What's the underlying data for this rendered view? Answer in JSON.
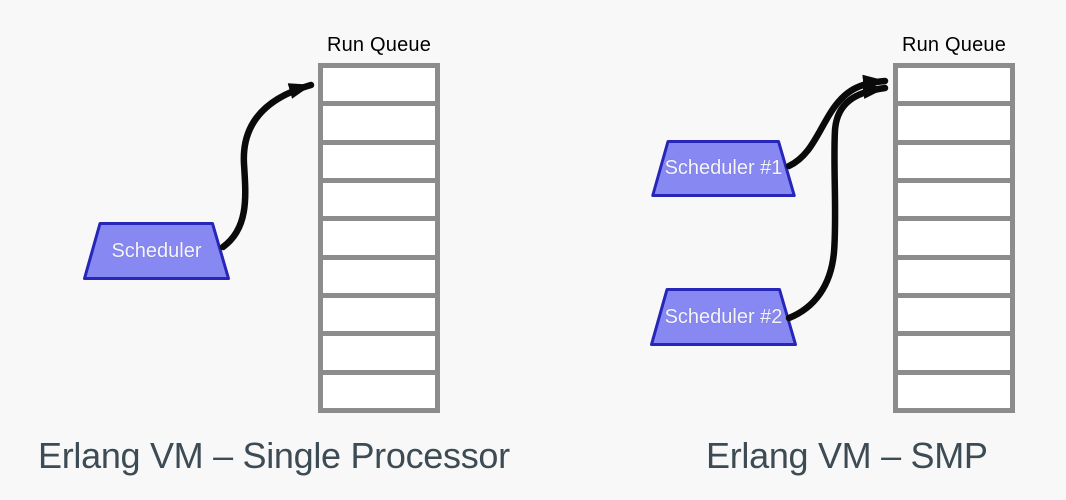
{
  "colors": {
    "background": "#f8f8f8",
    "scheduler_fill": "#8888f2",
    "scheduler_border": "#2626b8",
    "scheduler_text": "#f5f5f5",
    "queue_border": "#8c8c8c",
    "cell_fill": "#ffffff",
    "arrow": "#0a0a0a",
    "caption": "#3d4b54",
    "label": "#000000"
  },
  "diagrams": [
    {
      "caption": "Erlang VM – Single Processor",
      "run_queue": {
        "label": "Run Queue",
        "cell_count": 9
      },
      "schedulers": [
        {
          "label": "Scheduler"
        }
      ]
    },
    {
      "caption": "Erlang VM – SMP",
      "run_queue": {
        "label": "Run Queue",
        "cell_count": 9
      },
      "schedulers": [
        {
          "label": "Scheduler #1"
        },
        {
          "label": "Scheduler #2"
        }
      ]
    }
  ]
}
